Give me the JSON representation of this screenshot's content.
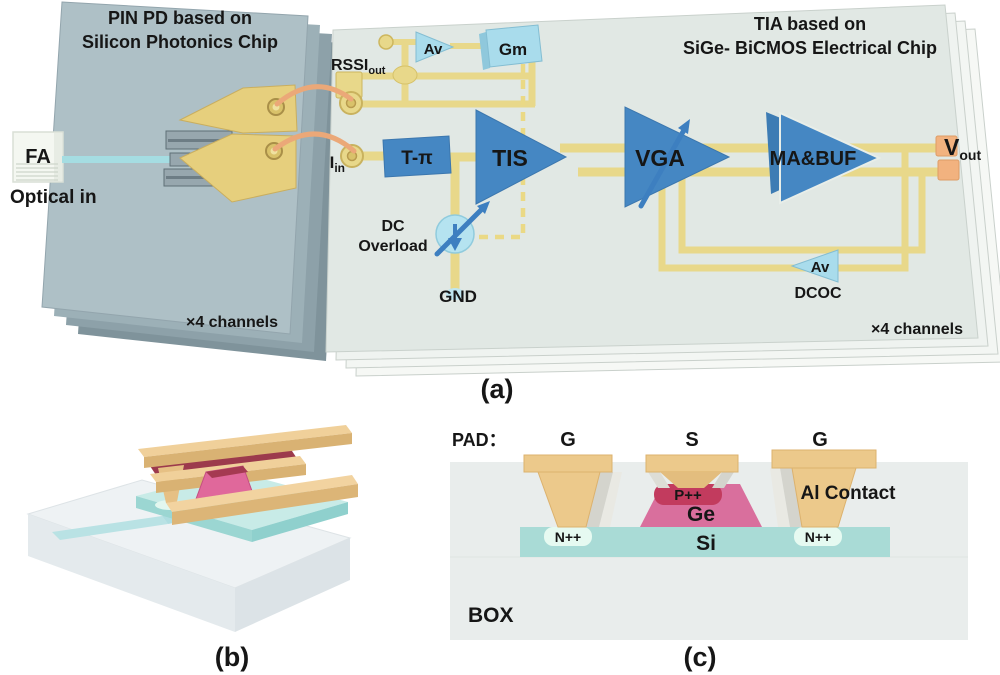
{
  "colors": {
    "pd_chip_face": "#aec0c6",
    "tia_chip_face": "#e1e8e4",
    "trace_yellow": "#e8d88a",
    "block_blue": "#4587c3",
    "light_blue": "#a9dcec",
    "wire_bond": "#eba878",
    "vout_pad": "#f2b27f",
    "waveguide": "#a5dde2",
    "ge_pink": "#d96f9d",
    "p_plus_red": "#c23b5e",
    "si_cyan": "#a9dbd6",
    "n_plus_mint": "#e6faf1",
    "metal_tan": "#ecc98b",
    "box_gray": "#e9edec"
  },
  "panel_a": {
    "label": "(a)",
    "pd_chip": {
      "title1": "PIN PD based on",
      "title2": "Silicon Photonics Chip",
      "fa": "FA",
      "optical_in": "Optical in",
      "channels": "×4 channels"
    },
    "tia_chip": {
      "title1": "TIA based on",
      "title2": "SiGe- BiCMOS Electrical Chip",
      "rssi": "RSSI",
      "rssi_sub": "out",
      "av_rssi": "Av",
      "gm": "Gm",
      "iin": "I",
      "iin_sub": "in",
      "tpi": "T-π",
      "tis": "TIS",
      "vga": "VGA",
      "mabuf": "MA&BUF",
      "vout": "V",
      "vout_sub": "out",
      "dc_line1": "DC",
      "dc_line2": "Overload",
      "gnd": "GND",
      "av_dcoc": "Av",
      "dcoc": "DCOC",
      "channels": "×4 channels"
    }
  },
  "panel_b": {
    "label": "(b)"
  },
  "panel_c": {
    "label": "(c)",
    "pad_heading": "PAD：",
    "gate_left": "G",
    "signal": "S",
    "gate_right": "G",
    "al_contact": "Al Contact",
    "p_plus": "P++",
    "ge": "Ge",
    "n_plus_left": "N++",
    "n_plus_right": "N++",
    "si": "Si",
    "box": "BOX"
  }
}
